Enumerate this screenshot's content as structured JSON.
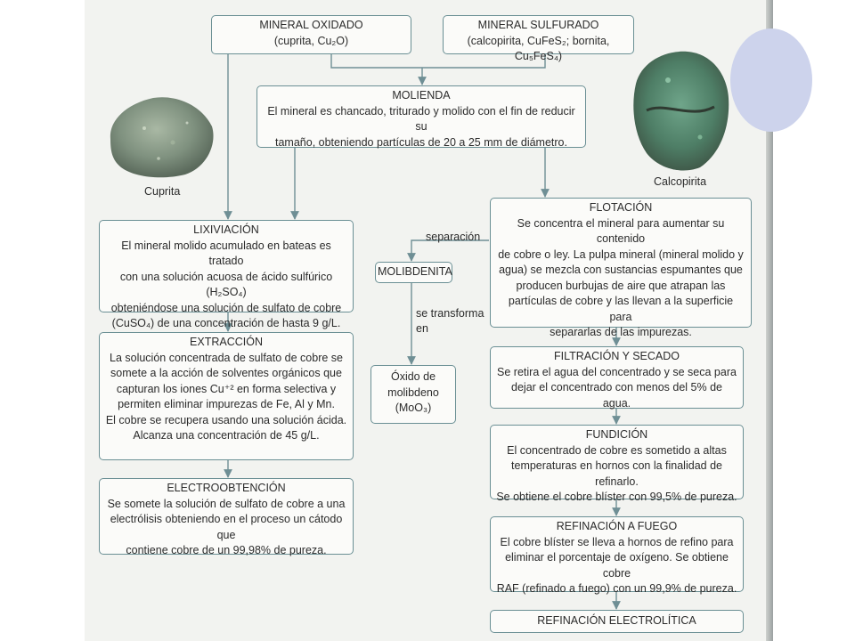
{
  "boxes": {
    "oxidado": {
      "title": "MINERAL OXIDADO",
      "body": "(cuprita, Cu₂O)"
    },
    "sulfurado": {
      "title": "MINERAL SULFURADO",
      "body": "(calcopirita, CuFeS₂; bornita, Cu₅FeS₄)"
    },
    "molienda": {
      "title": "MOLIENDA",
      "body": "El mineral es chancado, triturado y molido con el fin de reducir su\ntamaño, obteniendo partículas de 20 a 25 mm de diámetro."
    },
    "lixiviacion": {
      "title": "LIXIVIACIÓN",
      "body": "El mineral molido acumulado en bateas es tratado\ncon una solución acuosa de ácido sulfúrico (H₂SO₄)\nobteniéndose una solución de sulfato de cobre\n(CuSO₄) de una concentración de hasta 9 g/L."
    },
    "extraccion": {
      "title": "EXTRACCIÓN",
      "body": "La solución concentrada de sulfato de cobre se\nsomete a la acción de solventes orgánicos que\ncapturan los iones Cu⁺² en forma selectiva y\npermiten eliminar impurezas de Fe, Al y Mn.\nEl cobre se recupera usando una solución ácida.\nAlcanza una concentración de 45 g/L."
    },
    "electroobtencion": {
      "title": "ELECTROOBTENCIÓN",
      "body": "Se somete la solución de sulfato de cobre a una\nelectrólisis obteniendo en el proceso un cátodo que\ncontiene cobre de un 99,98% de pureza."
    },
    "molibdenita": {
      "title": "MOLIBDENITA",
      "body": ""
    },
    "oxido": {
      "title": "",
      "body": "Óxido de\nmolibdeno\n(MoO₃)"
    },
    "flotacion": {
      "title": "FLOTACIÓN",
      "body": "Se concentra el mineral para aumentar su contenido\nde cobre o ley. La pulpa mineral (mineral molido y\nagua) se mezcla con sustancias espumantes que\nproducen burbujas de aire que atrapan las\npartículas de cobre y las llevan a la superficie para\nsepararlas de las impurezas."
    },
    "filtracion": {
      "title": "FILTRACIÓN Y SECADO",
      "body": "Se retira el agua del concentrado y se seca para\ndejar el concentrado con menos del 5% de agua."
    },
    "fundicion": {
      "title": "FUNDICIÓN",
      "body": "El concentrado de cobre es sometido a altas\ntemperaturas en hornos con la finalidad de refinarlo.\nSe obtiene el cobre blíster con 99,5% de pureza."
    },
    "refinacion_fuego": {
      "title": "REFINACIÓN A FUEGO",
      "body": "El cobre blíster se lleva a hornos de refino para\neliminar el porcentaje de oxígeno. Se obtiene cobre\nRAF (refinado a fuego) con un 99,9% de pureza."
    },
    "refinacion_electrolitica": {
      "title": "REFINACIÓN ELECTROLÍTICA",
      "body": ""
    }
  },
  "labels": {
    "separacion": "separación",
    "se_transforma": "se transforma\nen",
    "cuprita": "Cuprita",
    "calcopirita": "Calcopirita"
  },
  "colors": {
    "box_border": "#6a8f94",
    "arrow": "#6f8f95",
    "scan_bg": "#f2f3f0",
    "accent_circle": "#cdd3ec"
  }
}
